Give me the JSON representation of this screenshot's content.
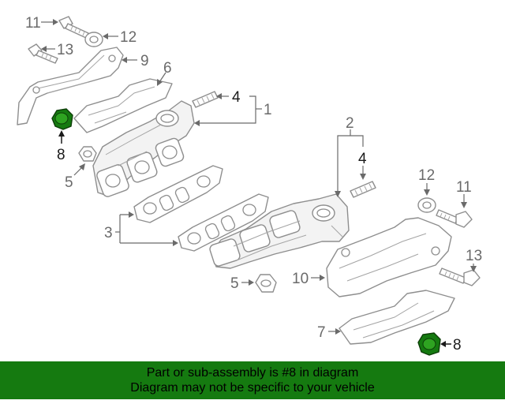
{
  "callouts": {
    "c11_top": "11",
    "c12_top": "12",
    "c13_top": "13",
    "c9": "9",
    "c6": "6",
    "c4_top": "4",
    "c1": "1",
    "c8_left": "8",
    "c5_top": "5",
    "c2": "2",
    "c4_right": "4",
    "c12_right": "12",
    "c11_right": "11",
    "c3": "3",
    "c13_right": "13",
    "c5_bottom": "5",
    "c10": "10",
    "c7": "7",
    "c8_right": "8"
  },
  "banner": {
    "line1": "Part or sub-assembly is #8 in diagram",
    "line2": "Diagram may not be specific to your vehicle"
  },
  "colors": {
    "highlight": "#157a10",
    "banner_bg": "#157a10",
    "line_art": "#8e8e8e",
    "callout_text": "#6a6a6a"
  }
}
